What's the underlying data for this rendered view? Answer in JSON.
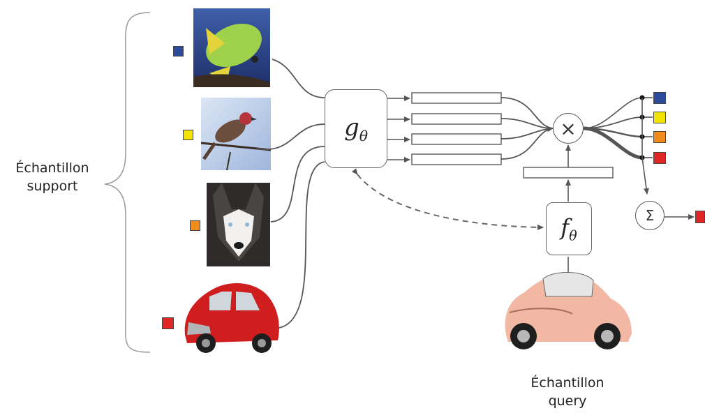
{
  "labels": {
    "support_line1": "Échantillon",
    "support_line2": "support",
    "query_line1": "Échantillon",
    "query_line2": "query",
    "g_theta": "gθ",
    "f_theta": "fθ",
    "multiply_symbol": "×",
    "sum_symbol": "Σ"
  },
  "support_samples": [
    {
      "subject": "fish-photo",
      "color": "#2e4b9a"
    },
    {
      "subject": "bird-photo",
      "color": "#f2e400"
    },
    {
      "subject": "husky-photo",
      "color": "#f08c1c"
    },
    {
      "subject": "red-car-photo",
      "color": "#e02525"
    }
  ],
  "output_swatches": [
    "#2e4b9a",
    "#f2e400",
    "#f08c1c",
    "#e02525"
  ],
  "final_output_color": "#e02525",
  "query_sample": {
    "subject": "pink-car-photo"
  }
}
